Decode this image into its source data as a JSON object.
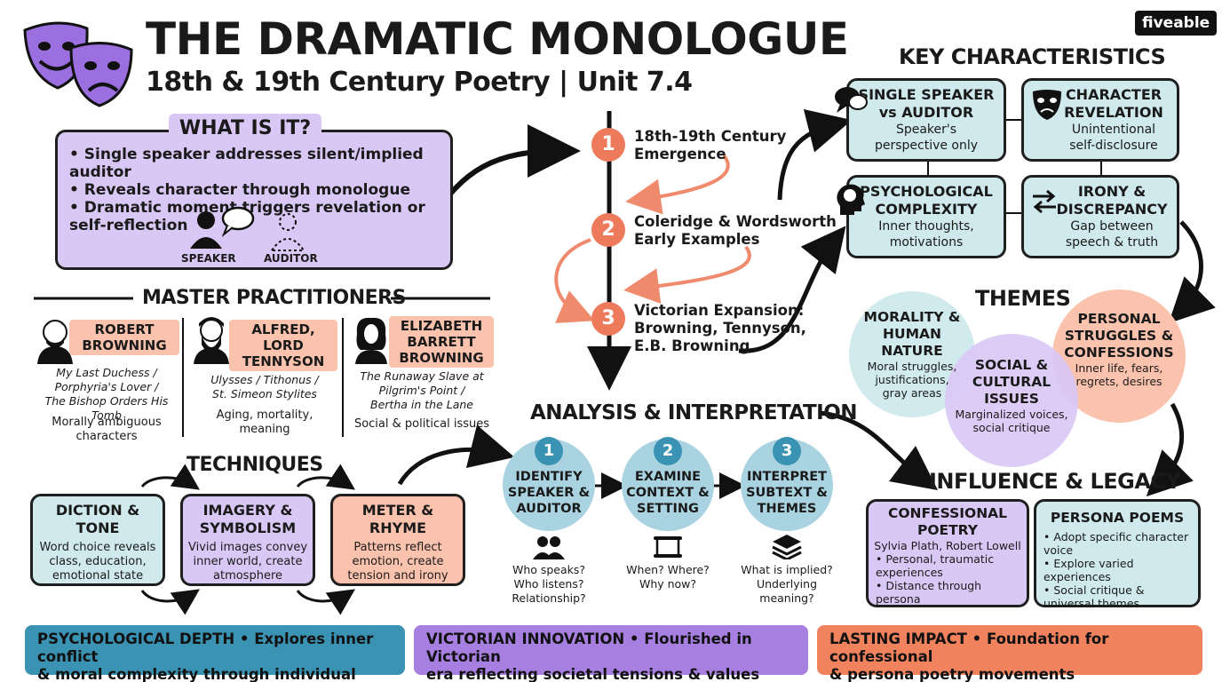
{
  "header": {
    "title": "THE DRAMATIC MONOLOGUE",
    "subtitle": "18th & 19th Century Poetry | Unit 7.4",
    "logo": "fiveable"
  },
  "what_is_it": {
    "heading": "WHAT IS IT?",
    "bullets": [
      "Single speaker addresses silent/implied auditor",
      "Reveals character through monologue",
      "Dramatic moment triggers revelation or self-reflection"
    ],
    "speaker_label": "SPEAKER",
    "auditor_label": "AUDITOR"
  },
  "timeline": {
    "steps": [
      {
        "num": "1",
        "text_line1": "18th-19th Century",
        "text_line2": "Emergence"
      },
      {
        "num": "2",
        "text_line1": "Coleridge & Wordsworth",
        "text_line2": "Early Examples"
      },
      {
        "num": "3",
        "text_line1": "Victorian Expansion:",
        "text_line2": "Browning, Tennyson,",
        "text_line3": "E.B. Browning"
      }
    ]
  },
  "key_characteristics": {
    "heading": "KEY CHARACTERISTICS",
    "cards": [
      {
        "title_line1": "SINGLE SPEAKER",
        "title_line2": "vs AUDITOR",
        "body_line1": "Speaker's",
        "body_line2": "perspective only"
      },
      {
        "title_line1": "CHARACTER",
        "title_line2": "REVELATION",
        "body_line1": "Unintentional",
        "body_line2": "self-disclosure"
      },
      {
        "title_line1": "PSYCHOLOGICAL",
        "title_line2": "COMPLEXITY",
        "body_line1": "Inner thoughts,",
        "body_line2": "motivations"
      },
      {
        "title_line1": "IRONY &",
        "title_line2": "DISCREPANCY",
        "body_line1": "Gap between",
        "body_line2": "speech & truth"
      }
    ]
  },
  "master_practitioners": {
    "heading": "MASTER PRACTITIONERS",
    "poets": [
      {
        "name_line1": "ROBERT",
        "name_line2": "BROWNING",
        "name_line3": "",
        "works_line1": "My Last Duchess /",
        "works_line2": "Porphyria's Lover /",
        "works_line3": "The Bishop Orders His Tomb",
        "note_line1": "Morally ambiguous",
        "note_line2": "characters"
      },
      {
        "name_line1": "ALFRED, LORD",
        "name_line2": "TENNYSON",
        "name_line3": "",
        "works_line1": "Ulysses / Tithonus /",
        "works_line2": "St. Simeon Stylites",
        "works_line3": "",
        "note_line1": "Aging, mortality,",
        "note_line2": "meaning"
      },
      {
        "name_line1": "ELIZABETH",
        "name_line2": "BARRETT",
        "name_line3": "BROWNING",
        "works_line1": "The Runaway Slave at",
        "works_line2": "Pilgrim's Point /",
        "works_line3": "Bertha in the Lane",
        "note_line1": "Social & political issues",
        "note_line2": ""
      }
    ]
  },
  "themes": {
    "heading": "THEMES",
    "items": [
      {
        "title_line1": "MORALITY &",
        "title_line2": "HUMAN NATURE",
        "title_line3": "",
        "body_line1": "Moral struggles,",
        "body_line2": "justifications,",
        "body_line3": "gray areas"
      },
      {
        "title_line1": "SOCIAL &",
        "title_line2": "CULTURAL",
        "title_line3": "ISSUES",
        "body_line1": "Marginalized voices,",
        "body_line2": "social critique",
        "body_line3": ""
      },
      {
        "title_line1": "PERSONAL",
        "title_line2": "STRUGGLES &",
        "title_line3": "CONFESSIONS",
        "body_line1": "Inner life, fears,",
        "body_line2": "regrets, desires",
        "body_line3": ""
      }
    ]
  },
  "techniques": {
    "heading": "TECHNIQUES",
    "cards": [
      {
        "title_line1": "DICTION &",
        "title_line2": "TONE",
        "body_line1": "Word choice reveals",
        "body_line2": "class, education,",
        "body_line3": "emotional state"
      },
      {
        "title_line1": "IMAGERY &",
        "title_line2": "SYMBOLISM",
        "body_line1": "Vivid images convey",
        "body_line2": "inner world, create",
        "body_line3": "atmosphere"
      },
      {
        "title_line1": "METER &",
        "title_line2": "RHYME",
        "body_line1": "Patterns reflect",
        "body_line2": "emotion, create",
        "body_line3": "tension and irony"
      }
    ]
  },
  "analysis": {
    "heading": "ANALYSIS & INTERPRETATION",
    "steps": [
      {
        "num": "1",
        "title_line1": "IDENTIFY",
        "title_line2": "SPEAKER &",
        "title_line3": "AUDITOR",
        "q_line1": "Who speaks?",
        "q_line2": "Who listens?",
        "q_line3": "Relationship?"
      },
      {
        "num": "2",
        "title_line1": "EXAMINE",
        "title_line2": "CONTEXT &",
        "title_line3": "SETTING",
        "q_line1": "When? Where?",
        "q_line2": "Why now?",
        "q_line3": ""
      },
      {
        "num": "3",
        "title_line1": "INTERPRET",
        "title_line2": "SUBTEXT &",
        "title_line3": "THEMES",
        "q_line1": "What is implied?",
        "q_line2": "Underlying",
        "q_line3": "meaning?"
      }
    ]
  },
  "influence": {
    "heading": "INFLUENCE & LEGACY",
    "confessional": {
      "title_line1": "CONFESSIONAL",
      "title_line2": "POETRY",
      "names": "Sylvia Plath, Robert Lowell",
      "bullets": [
        "Personal, traumatic experiences",
        "Distance through persona"
      ]
    },
    "persona": {
      "title": "PERSONA POEMS",
      "bullets": [
        "Adopt specific character voice",
        "Explore varied experiences",
        "Social critique & universal themes"
      ]
    }
  },
  "banners": [
    {
      "line1": "PSYCHOLOGICAL DEPTH • Explores inner conflict",
      "line2": "& moral complexity through individual voices",
      "color": "#3b93b4"
    },
    {
      "line1": "VICTORIAN INNOVATION • Flourished in Victorian",
      "line2": "era reflecting societal tensions & values",
      "color": "#a77fe0"
    },
    {
      "line1": "LASTING IMPACT • Foundation for confessional",
      "line2": "& persona poetry movements",
      "color": "#f0825e"
    }
  ],
  "colors": {
    "purple": "#d9c8f5",
    "teal": "#cfe9ec",
    "salmon": "#fbc3ad",
    "orange_circle": "#ee7a5c",
    "teal_circle": "#3b93b4"
  }
}
